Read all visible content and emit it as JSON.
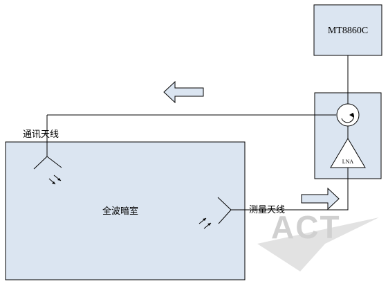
{
  "instrument": {
    "label": "MT8860C"
  },
  "chamber": {
    "label": "全波暗室"
  },
  "comm_antenna": {
    "label": "通讯天线"
  },
  "measure_antenna": {
    "label": "测量天线"
  },
  "lna": {
    "label": "LNA"
  },
  "watermark": {
    "text": "ACT"
  },
  "colors": {
    "box_fill": "#dbe5f1",
    "line": "#000000",
    "watermark": "#d0d0d0"
  },
  "icons": [
    "circulator-icon",
    "lna-amplifier-icon",
    "antenna-icon",
    "arrow-left-icon",
    "arrow-right-icon",
    "signal-wave-icon"
  ]
}
